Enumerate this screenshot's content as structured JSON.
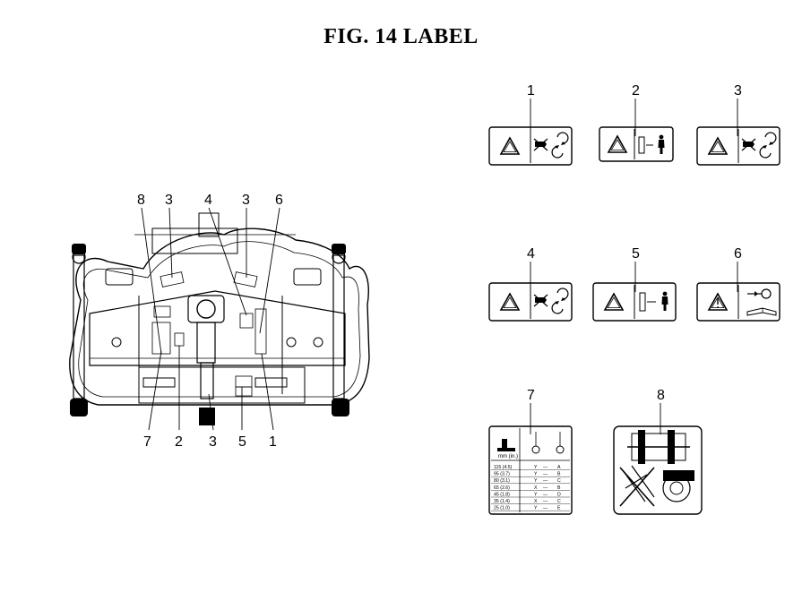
{
  "figure_title": "FIG. 14  LABEL",
  "deck_callouts_top": [
    "8",
    "3",
    "4",
    "3",
    "6"
  ],
  "deck_callouts_bottom": [
    "7",
    "2",
    "3",
    "5",
    "1"
  ],
  "decal_numbers": [
    "1",
    "2",
    "3",
    "4",
    "5",
    "6",
    "7",
    "8"
  ],
  "decal7_table": [
    [
      "115 (4.5)",
      "Y",
      "A"
    ],
    [
      "95 (3.7)",
      "Y",
      "B"
    ],
    [
      "80 (3.1)",
      "Y",
      "C"
    ],
    [
      "65 (2.6)",
      "X",
      "B"
    ],
    [
      "45 (1.8)",
      "Y",
      "D"
    ],
    [
      "35 (1.4)",
      "X",
      "C"
    ],
    [
      "25 (1.0)",
      "Y",
      "E"
    ]
  ],
  "decal7_header_unit": "mm (in.)",
  "icons": [
    "mower-deck-diagram",
    "warning-triangle-icon",
    "rotating-blade-icon",
    "keep-distance-icon",
    "read-manual-icon",
    "key-removal-icon"
  ]
}
